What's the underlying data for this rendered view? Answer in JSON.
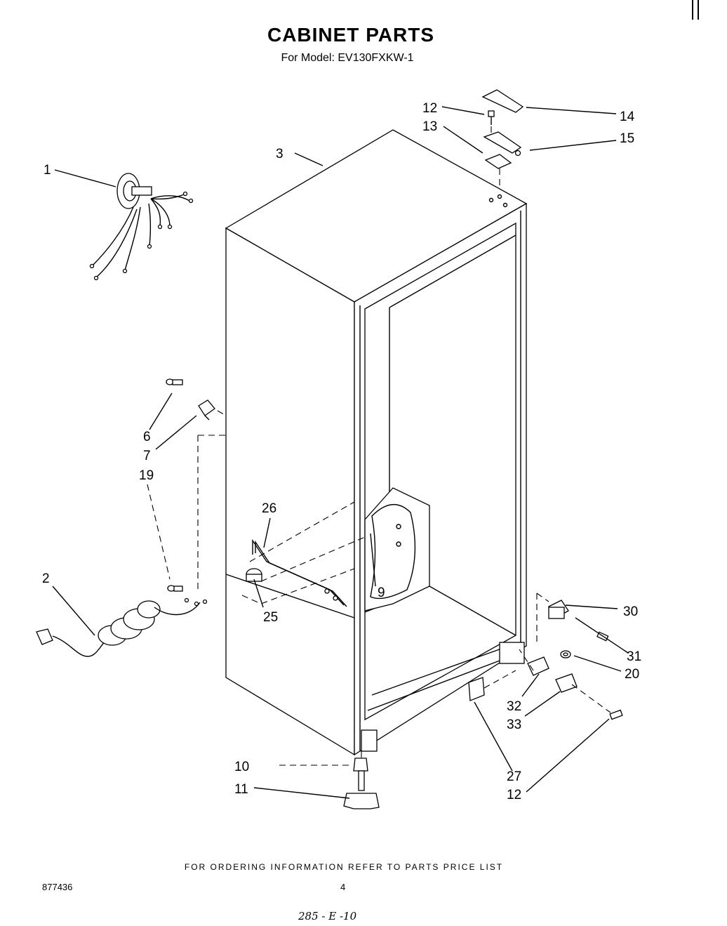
{
  "header": {
    "title": "CABINET PARTS",
    "subtitle": "For Model: EV130FXKW-1"
  },
  "callouts": {
    "c1": "1",
    "c2": "2",
    "c3": "3",
    "c6": "6",
    "c7": "7",
    "c9": "9",
    "c10": "10",
    "c11": "11",
    "c12a": "12",
    "c12b": "12",
    "c13": "13",
    "c14": "14",
    "c15": "15",
    "c19": "19",
    "c20": "20",
    "c25": "25",
    "c26": "26",
    "c27": "27",
    "c30": "30",
    "c31": "31",
    "c32": "32",
    "c33": "33"
  },
  "footer": {
    "note": "FOR ORDERING INFORMATION REFER TO PARTS PRICE LIST",
    "doc_number": "877436",
    "page": "4",
    "handwritten": "285 - E -10"
  }
}
